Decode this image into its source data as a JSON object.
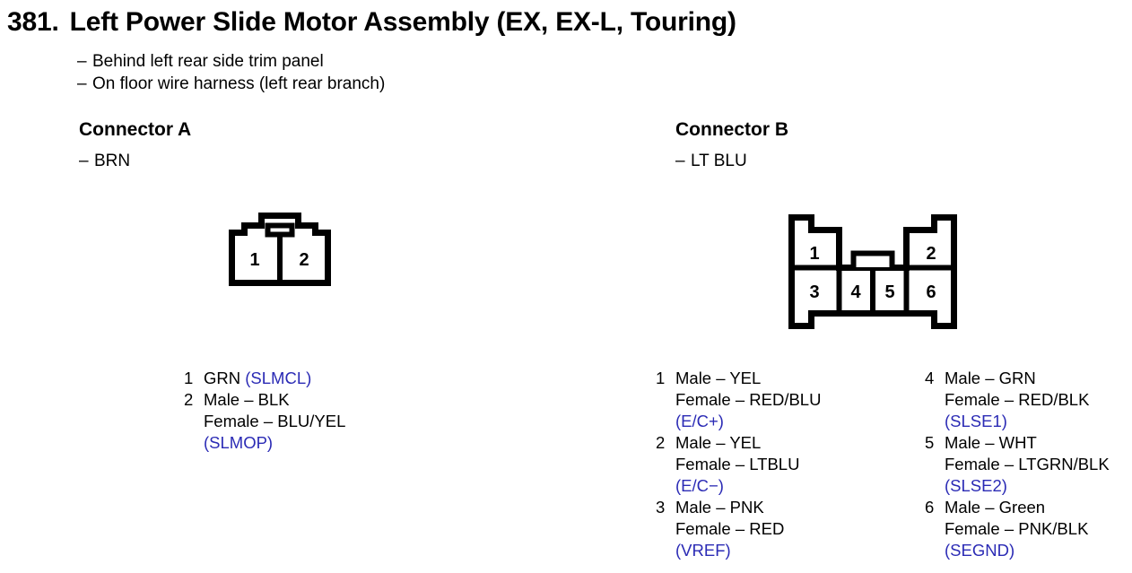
{
  "header": {
    "number": "381.",
    "title": "Left Power Slide Motor Assembly (EX, EX-L, Touring)",
    "notes": [
      "Behind left rear side trim panel",
      "On floor wire harness (left rear branch)"
    ],
    "dash": "–"
  },
  "colors": {
    "signal_blue": "#2b2bb5",
    "ink": "#000000",
    "background": "#ffffff"
  },
  "connectors": [
    {
      "id": "a",
      "heading": "Connector A",
      "housing_color": "BRN",
      "diagram": {
        "type": "connector-housing",
        "rows": [
          [
            "1",
            "2"
          ]
        ],
        "pin_count": 2,
        "latch": "top-center"
      },
      "pins": [
        {
          "number": "1",
          "lines": [
            "GRN"
          ],
          "signal": "(SLMCL)",
          "signal_inline": true
        },
        {
          "number": "2",
          "lines": [
            "Male – BLK",
            "Female – BLU/YEL"
          ],
          "signal": "(SLMOP)",
          "signal_inline": false
        }
      ]
    },
    {
      "id": "b",
      "heading": "Connector B",
      "housing_color": "LT BLU",
      "diagram": {
        "type": "connector-housing",
        "rows": [
          [
            "1",
            "2"
          ],
          [
            "3",
            "4",
            "5",
            "6"
          ]
        ],
        "pin_count": 6,
        "latch": "middle-center"
      },
      "pins_column_1": [
        {
          "number": "1",
          "lines": [
            "Male – YEL",
            "Female – RED/BLU"
          ],
          "signal": "(E/C+)",
          "signal_inline": false
        },
        {
          "number": "2",
          "lines": [
            "Male – YEL",
            "Female – LTBLU"
          ],
          "signal": "(E/C−)",
          "signal_inline": false
        },
        {
          "number": "3",
          "lines": [
            "Male – PNK",
            "Female – RED"
          ],
          "signal": "(VREF)",
          "signal_inline": false
        }
      ],
      "pins_column_2": [
        {
          "number": "4",
          "lines": [
            "Male – GRN",
            "Female – RED/BLK"
          ],
          "signal": "(SLSE1)",
          "signal_inline": false
        },
        {
          "number": "5",
          "lines": [
            "Male – WHT",
            "Female – LTGRN/BLK"
          ],
          "signal": "(SLSE2)",
          "signal_inline": false
        },
        {
          "number": "6",
          "lines": [
            "Male – Green",
            "Female – PNK/BLK"
          ],
          "signal": "(SEGND)",
          "signal_inline": false
        }
      ]
    }
  ]
}
